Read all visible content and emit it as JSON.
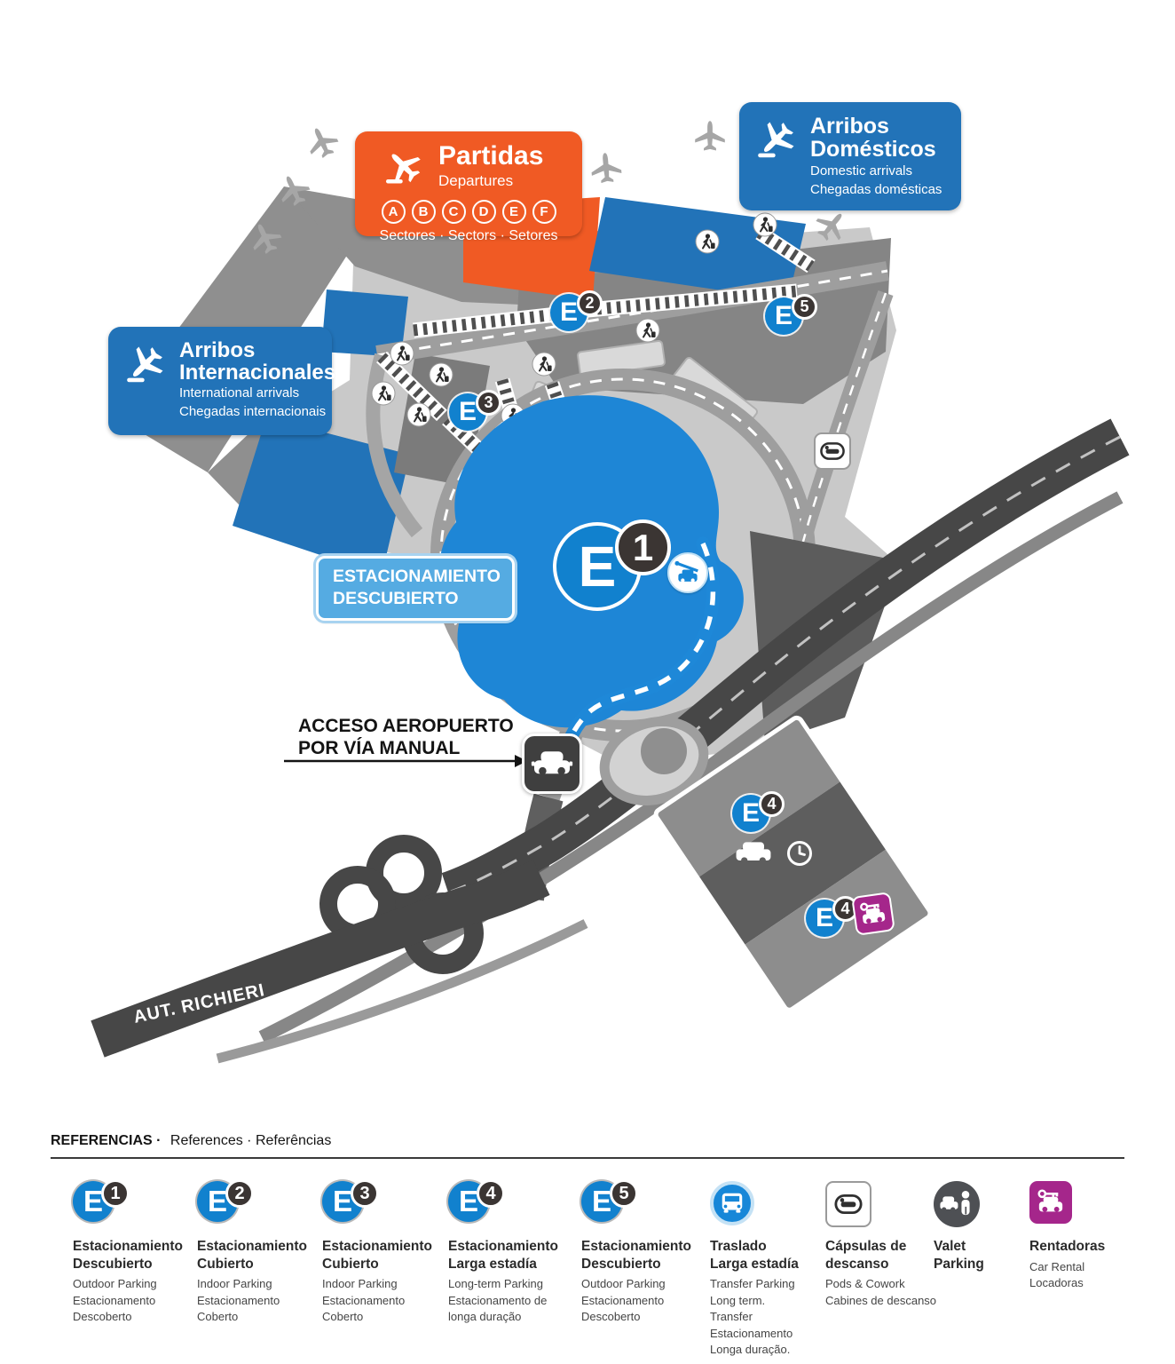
{
  "map": {
    "partidas": {
      "title": "Partidas",
      "subtitle": "Departures",
      "sectors": [
        "A",
        "B",
        "C",
        "D",
        "E",
        "F"
      ],
      "sectors_caption": "Sectores · Sectors · Setores"
    },
    "arribos_domesticos": {
      "title1": "Arribos",
      "title2": "Domésticos",
      "sub1": "Domestic arrivals",
      "sub2": "Chegadas domésticas"
    },
    "arribos_internacionales": {
      "title1": "Arribos",
      "title2": "Internacionales",
      "sub1": "International arrivals",
      "sub2": "Chegadas internacionais"
    },
    "estacionamiento_descubierto_label": {
      "line1": "ESTACIONAMIENTO",
      "line2": "DESCUBIERTO"
    },
    "acceso_label": {
      "line1": "ACCESO AEROPUERTO",
      "line2": "POR VÍA MANUAL"
    },
    "highway_label": "AUT. RICHIERI",
    "badges": {
      "e1": {
        "letter": "E",
        "num": "1"
      },
      "e2": {
        "letter": "E",
        "num": "2"
      },
      "e3": {
        "letter": "E",
        "num": "3"
      },
      "e4": {
        "letter": "E",
        "num": "4"
      },
      "e5": {
        "letter": "E",
        "num": "5"
      }
    }
  },
  "legend": {
    "heading_bold": "REFERENCIAS ·",
    "heading_rest": "References · Referências",
    "items": [
      {
        "icon": "badge-e1",
        "badge_letter": "E",
        "badge_num": "1",
        "title1": "Estacionamiento",
        "title2": "Descubierto",
        "subs": [
          "Outdoor Parking",
          "Estacionamento",
          "Descoberto"
        ]
      },
      {
        "icon": "badge-e2",
        "badge_letter": "E",
        "badge_num": "2",
        "title1": "Estacionamiento",
        "title2": "Cubierto",
        "subs": [
          "Indoor Parking",
          "Estacionamento",
          "Coberto"
        ]
      },
      {
        "icon": "badge-e3",
        "badge_letter": "E",
        "badge_num": "3",
        "title1": "Estacionamiento",
        "title2": "Cubierto",
        "subs": [
          "Indoor Parking",
          "Estacionamento",
          "Coberto"
        ]
      },
      {
        "icon": "badge-e4",
        "badge_letter": "E",
        "badge_num": "4",
        "title1": "Estacionamiento",
        "title2": "Larga estadía",
        "subs": [
          "Long-term Parking",
          "Estacionamento de",
          "longa duração"
        ]
      },
      {
        "icon": "badge-e5",
        "badge_letter": "E",
        "badge_num": "5",
        "title1": "Estacionamiento",
        "title2": "Descubierto",
        "subs": [
          "Outdoor Parking",
          "Estacionamento",
          "Descoberto"
        ]
      },
      {
        "icon": "bus",
        "title1": "Traslado",
        "title2": "Larga estadía",
        "subs": [
          "Transfer Parking",
          "Long term.",
          "Transfer",
          "Estacionamento",
          "Longa duração."
        ]
      },
      {
        "icon": "pods",
        "title1": "Cápsulas de",
        "title2": "descanso",
        "subs": [
          "Pods & Cowork",
          "Cabines de descanso"
        ]
      },
      {
        "icon": "valet",
        "title1": "Valet",
        "title2": "Parking",
        "subs": []
      },
      {
        "icon": "rental",
        "title1": "Rentadoras",
        "subs": [
          "Car Rental",
          "Locadoras"
        ]
      }
    ]
  },
  "colors": {
    "brand_blue": "#2273B8",
    "bright_blue": "#1787D8",
    "badge_blue": "#1181CE",
    "light_blue_label": "#55ABE2",
    "orange": "#F05A24",
    "magenta": "#A5268B",
    "dark_road": "#474747",
    "mid_road": "#9E9E9E",
    "badge_dark": "#3B3533"
  }
}
